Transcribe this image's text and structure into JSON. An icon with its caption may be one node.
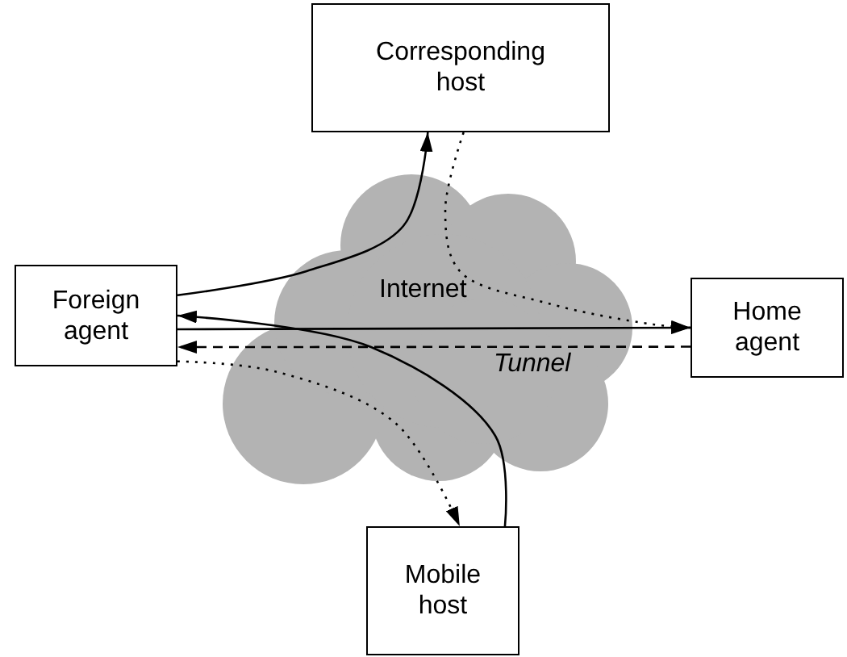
{
  "diagram": {
    "nodes": [
      {
        "text": [
          "Corresponding host"
        ]
      },
      {
        "text": [
          "Foreign agent"
        ]
      },
      {
        "text": [
          "Home agent"
        ]
      },
      {
        "text": [
          "Mobile host"
        ]
      }
    ],
    "edges": [
      {
        "from": 1,
        "to": 0,
        "arrow": "to"
      },
      {
        "from": 3,
        "to": 1,
        "arrow": "to"
      },
      {
        "from": 1,
        "to": 2,
        "arrow": "to"
      },
      {
        "from": 2,
        "to": 1,
        "arrow": "to",
        "style": "dashed"
      },
      {
        "from": 0,
        "to": 2,
        "arrow": "to",
        "style": "dashed"
      },
      {
        "from": 1,
        "to": 3,
        "arrow": "to",
        "style": "dashed"
      }
    ],
    "labels": [
      "Internet",
      "Tunnel"
    ]
  }
}
